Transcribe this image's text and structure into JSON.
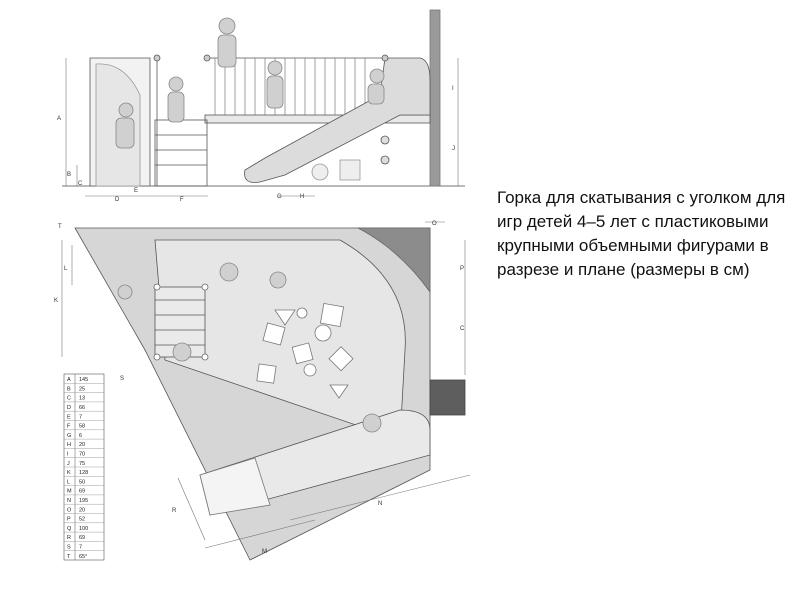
{
  "caption": "Горка для скатывания с уголком для игр детей 4–5 лет с пластиковыми крупными объемными фигурами в разрезе и плане (размеры в см)",
  "dimension_letters": {
    "A": "A",
    "B": "B",
    "C": "C",
    "D": "D",
    "E": "E",
    "F": "F",
    "G": "G",
    "H": "H",
    "I": "I",
    "J": "J",
    "K": "K",
    "L": "L",
    "M": "M",
    "N": "N",
    "O": "O",
    "P": "P",
    "R": "R",
    "S": "S",
    "T": "T"
  },
  "dimensions_table": [
    {
      "key": "A",
      "value": "145"
    },
    {
      "key": "B",
      "value": "25"
    },
    {
      "key": "C",
      "value": "13"
    },
    {
      "key": "D",
      "value": "66"
    },
    {
      "key": "E",
      "value": "7"
    },
    {
      "key": "F",
      "value": "58"
    },
    {
      "key": "G",
      "value": "6"
    },
    {
      "key": "H",
      "value": "20"
    },
    {
      "key": "I",
      "value": "70"
    },
    {
      "key": "J",
      "value": "75"
    },
    {
      "key": "K",
      "value": "128"
    },
    {
      "key": "L",
      "value": "50"
    },
    {
      "key": "M",
      "value": "69"
    },
    {
      "key": "N",
      "value": "195"
    },
    {
      "key": "O",
      "value": "20"
    },
    {
      "key": "P",
      "value": "52"
    },
    {
      "key": "Q",
      "value": "100"
    },
    {
      "key": "R",
      "value": "69"
    },
    {
      "key": "S",
      "value": "7"
    },
    {
      "key": "T",
      "value": "65°"
    }
  ],
  "colors": {
    "floor": "#d9d9d9",
    "wall_dark": "#8c8c8c",
    "line": "#4a4a4a",
    "text": "#111111"
  }
}
